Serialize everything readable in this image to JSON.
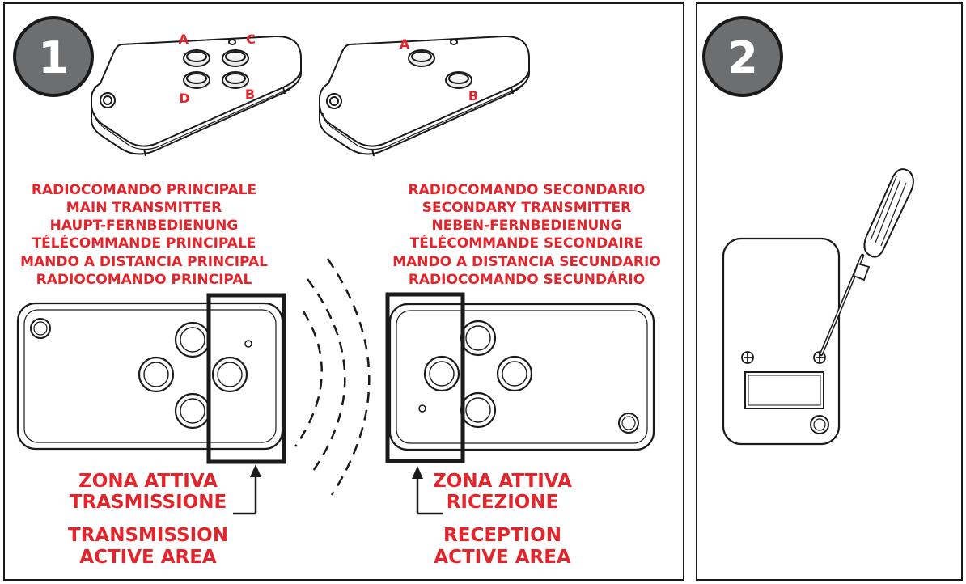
{
  "colors": {
    "accent_red": "#e3242b",
    "stroke": "#1a1a1a",
    "badge_fill": "#6d6e70"
  },
  "panel1": {
    "step_number": "1",
    "main_remote_button_letters": {
      "a": "A",
      "b": "B",
      "c": "C",
      "d": "D"
    },
    "secondary_remote_button_letters": {
      "a": "A",
      "b": "B"
    },
    "main_transmitter_names": [
      "RADIOCOMANDO PRINCIPALE",
      "MAIN TRANSMITTER",
      "HAUPT-FERNBEDIENUNG",
      "TÉLÉCOMMANDE PRINCIPALE",
      "MANDO A DISTANCIA PRINCIPAL",
      "RADIOCOMANDO PRINCIPAL"
    ],
    "secondary_transmitter_names": [
      "RADIOCOMANDO SECONDARIO",
      "SECONDARY TRANSMITTER",
      "NEBEN-FERNBEDIENUNG",
      "TÉLÉCOMMANDE SECONDAIRE",
      "MANDO A DISTANCIA SECUNDARIO",
      "RADIOCOMANDO SECUNDÁRIO"
    ],
    "transmission_zone_it": [
      "ZONA ATTIVA",
      "TRASMISSIONE"
    ],
    "transmission_zone_en": [
      "TRANSMISSION",
      "ACTIVE AREA"
    ],
    "reception_zone_it": [
      "ZONA ATTIVA",
      "RICEZIONE"
    ],
    "reception_zone_en": [
      "RECEPTION",
      "ACTIVE AREA"
    ]
  },
  "panel2": {
    "step_number": "2"
  }
}
